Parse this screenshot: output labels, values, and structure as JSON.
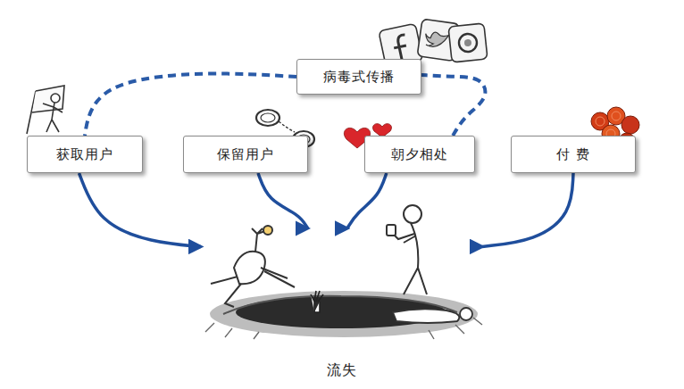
{
  "diagram": {
    "nodes": [
      {
        "text": [
          "获取用户"
        ]
      },
      {
        "text": [
          "保留用户"
        ]
      },
      {
        "text": [
          "朝夕相处"
        ]
      },
      {
        "text": [
          "付 费"
        ]
      },
      {
        "text": [
          "病毒式传播"
        ]
      },
      {
        "text": [
          "流失"
        ]
      }
    ],
    "edges": [
      {
        "from": 0,
        "to": 5,
        "arrow": "to"
      },
      {
        "from": 1,
        "to": 5,
        "arrow": "to"
      },
      {
        "from": 2,
        "to": 5,
        "arrow": "to"
      },
      {
        "from": 3,
        "to": 5,
        "arrow": "to"
      },
      {
        "from": 2,
        "to": 4,
        "arrow": "to"
      },
      {
        "from": 4,
        "to": 0,
        "arrow": "none"
      }
    ]
  }
}
